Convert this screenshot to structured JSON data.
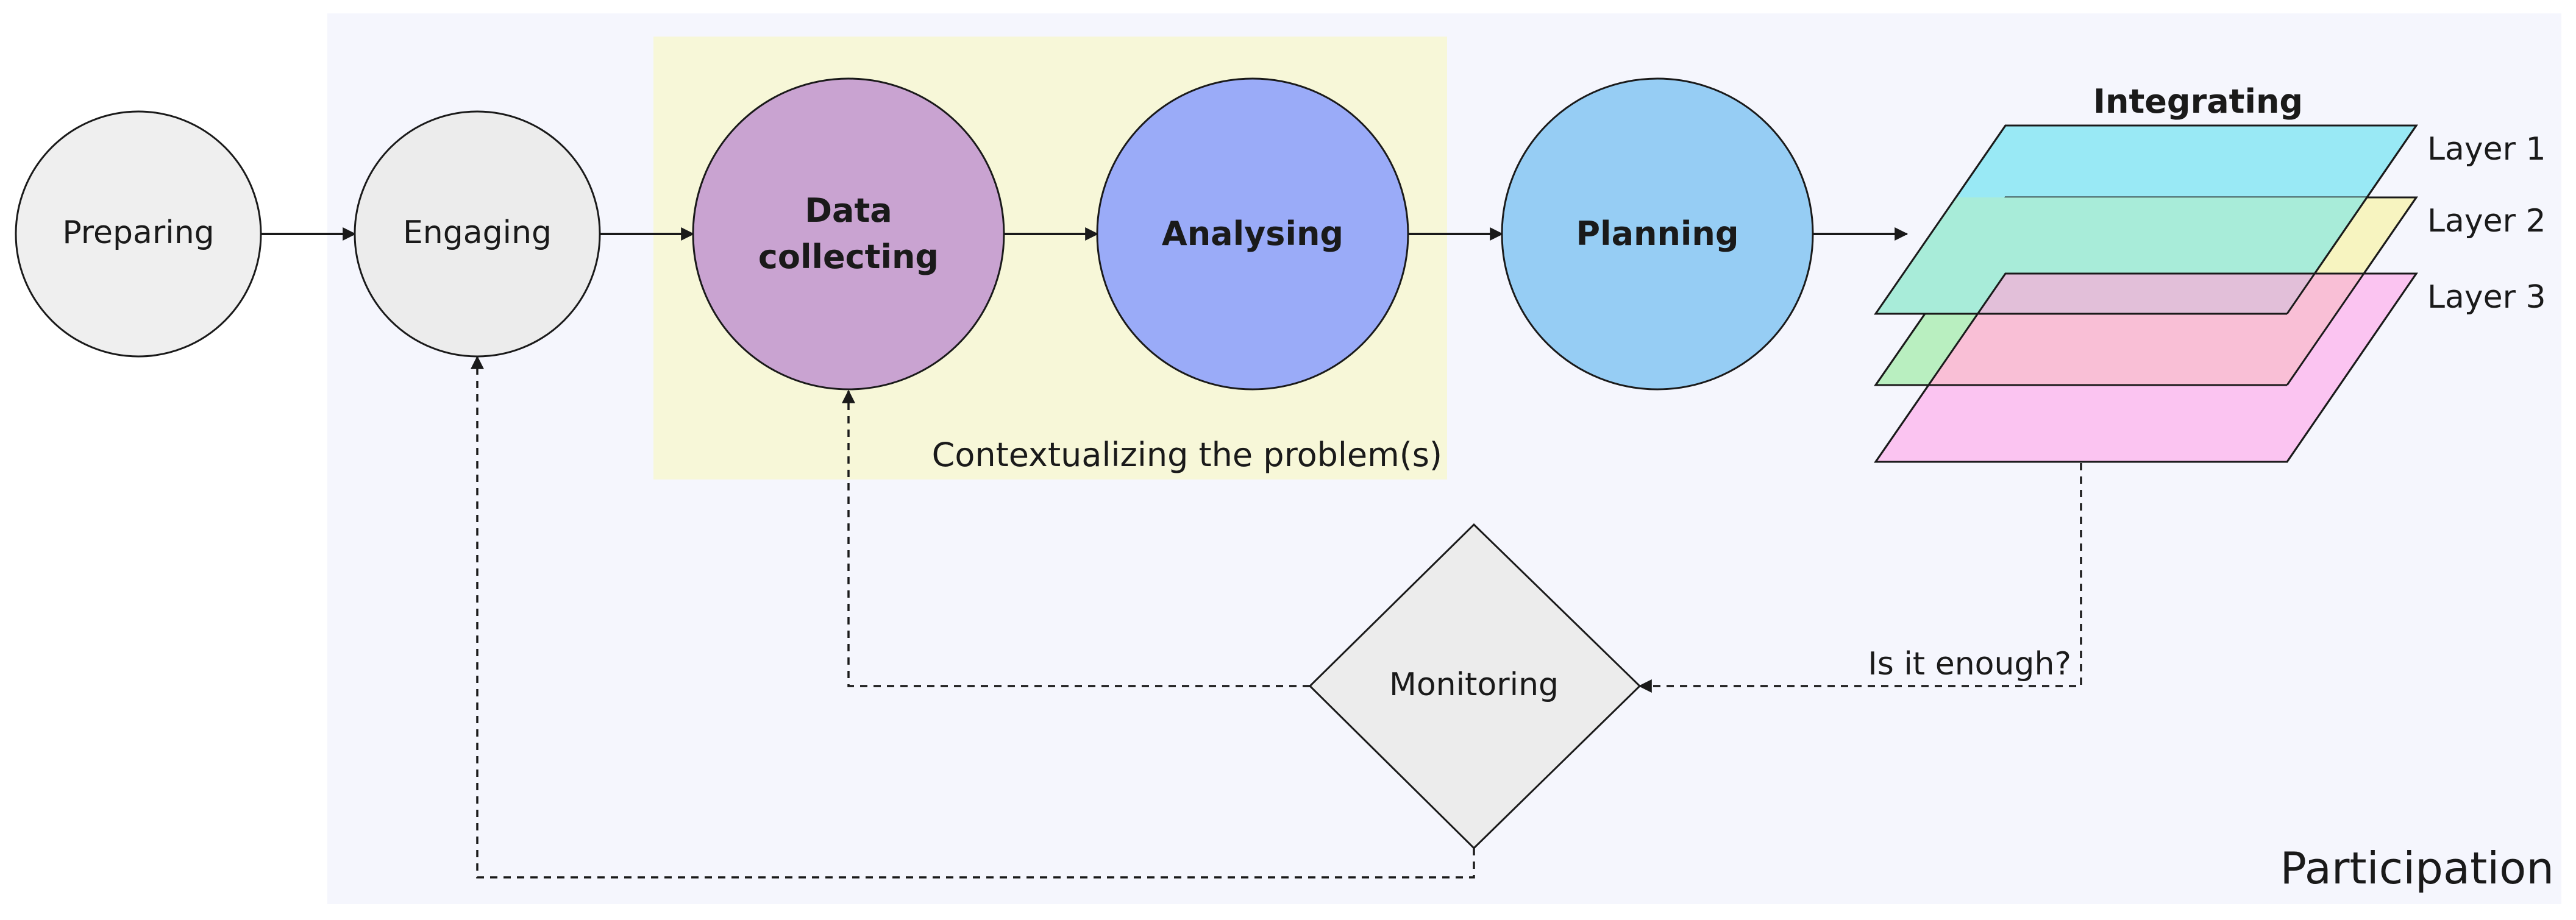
{
  "nodes": {
    "preparing": "Preparing",
    "engaging": "Engaging",
    "data_collecting_line1": "Data",
    "data_collecting_line2": "collecting",
    "analysing": "Analysing",
    "planning": "Planning",
    "monitoring": "Monitoring"
  },
  "integrating": {
    "title": "Integrating",
    "layers": [
      "Layer 1",
      "Layer 2",
      "Layer 3"
    ]
  },
  "context_box_label": "Contextualizing the problem(s)",
  "feedback_question": "Is it enough?",
  "participation_label": "Participation",
  "colors": {
    "participation_bg": "#f5f6fd",
    "context_bg": "#f7f7d8",
    "preparing": "#efefef",
    "engaging": "#ececec",
    "data_collecting": "#c9a3d1",
    "analysing": "#9aabf8",
    "planning": "#96cdf4",
    "monitoring": "#ececec",
    "layer1": "#99e9f5",
    "layer2": "#b9efc0",
    "layer2_right": "#f7f4c0",
    "layer3": "#fbc4f1",
    "layer3_overlap": "#f9bfd6"
  }
}
